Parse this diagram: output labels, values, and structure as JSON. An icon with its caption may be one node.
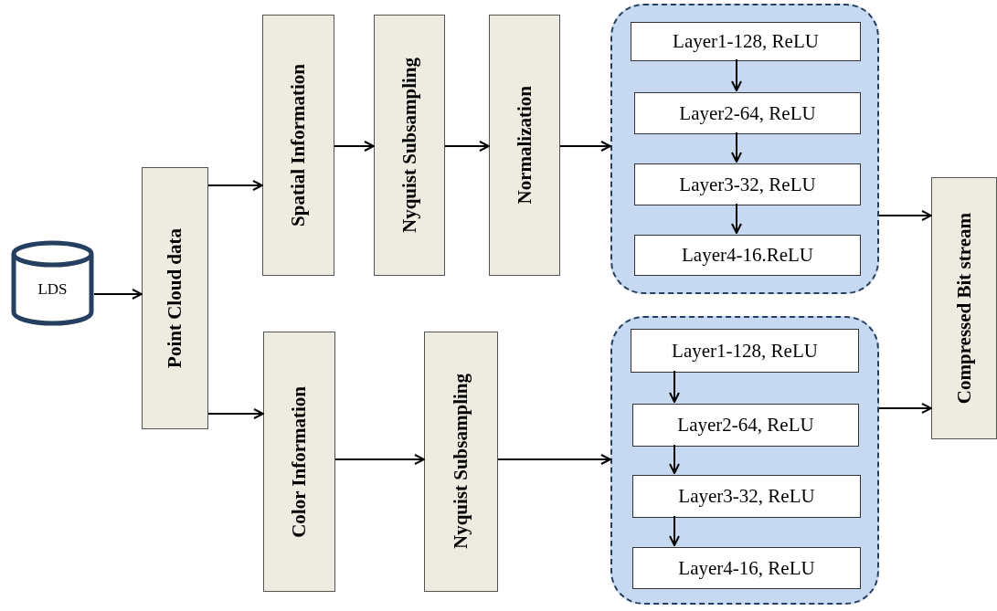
{
  "diagram": {
    "nodes": [
      {
        "text": [
          "LDS"
        ]
      },
      {
        "text": [
          "Point Cloud data"
        ]
      },
      {
        "text": [
          "Spatial Information"
        ]
      },
      {
        "text": [
          "Nyquist Subsampling"
        ]
      },
      {
        "text": [
          "Normalization"
        ]
      },
      {
        "text": [],
        "shape": "box"
      },
      {
        "text": [
          "Layer1-128, ReLU"
        ],
        "in": 5
      },
      {
        "text": [
          "Layer2-64, ReLU"
        ],
        "in": 5
      },
      {
        "text": [
          "Layer3-32, ReLU"
        ],
        "in": 5
      },
      {
        "text": [
          "Layer4-16.ReLU"
        ],
        "in": 5
      },
      {
        "text": [
          "Color Information"
        ]
      },
      {
        "text": [
          "Nyquist Subsampling"
        ]
      },
      {
        "text": [],
        "shape": "box"
      },
      {
        "text": [
          "Layer1-128, ReLU"
        ],
        "in": 12
      },
      {
        "text": [
          "Layer2-64, ReLU"
        ],
        "in": 12
      },
      {
        "text": [
          "Layer3-32, ReLU"
        ],
        "in": 12
      },
      {
        "text": [
          "Layer4-16, ReLU"
        ],
        "in": 12
      },
      {
        "text": [
          "Compressed Bit stream"
        ]
      }
    ],
    "edges": [
      {
        "from": 0,
        "to": 1,
        "arrow": "to"
      },
      {
        "from": 1,
        "to": 2,
        "arrow": "to"
      },
      {
        "from": 1,
        "to": 10,
        "arrow": "to"
      },
      {
        "from": 2,
        "to": 3,
        "arrow": "to"
      },
      {
        "from": 3,
        "to": 4,
        "arrow": "to"
      },
      {
        "from": 4,
        "to": 5,
        "arrow": "to"
      },
      {
        "from": 6,
        "to": 7,
        "arrow": "to"
      },
      {
        "from": 7,
        "to": 8,
        "arrow": "to"
      },
      {
        "from": 8,
        "to": 9,
        "arrow": "to"
      },
      {
        "from": 5,
        "to": 17,
        "arrow": "to"
      },
      {
        "from": 10,
        "to": 11,
        "arrow": "to"
      },
      {
        "from": 11,
        "to": 12,
        "arrow": "to"
      },
      {
        "from": 13,
        "to": 14,
        "arrow": "to"
      },
      {
        "from": 14,
        "to": 15,
        "arrow": "to"
      },
      {
        "from": 15,
        "to": 16,
        "arrow": "to"
      },
      {
        "from": 12,
        "to": 17,
        "arrow": "to"
      }
    ]
  }
}
